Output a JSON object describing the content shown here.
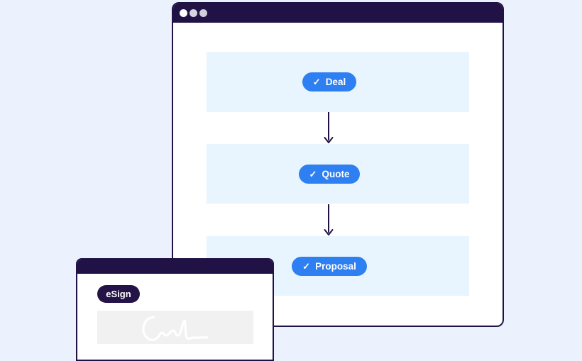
{
  "colors": {
    "background": "#ecf2fd",
    "window_chrome": "#211245",
    "panel_blue": "#e8f4fe",
    "button_blue": "#2e7ff1",
    "badge_dark": "#241347",
    "signature_box_gray": "#f1f1f2"
  },
  "icons": {
    "check": "✓",
    "arrow_down": "↓"
  },
  "main_window": {
    "window_controls_count": 3,
    "flow_steps": [
      {
        "label": "Deal",
        "icon": "check-icon"
      },
      {
        "label": "Quote",
        "icon": "check-icon"
      },
      {
        "label": "Proposal",
        "icon": "check-icon"
      }
    ]
  },
  "esign_window": {
    "badge_label": "eSign",
    "signature": "signature-scribble"
  }
}
